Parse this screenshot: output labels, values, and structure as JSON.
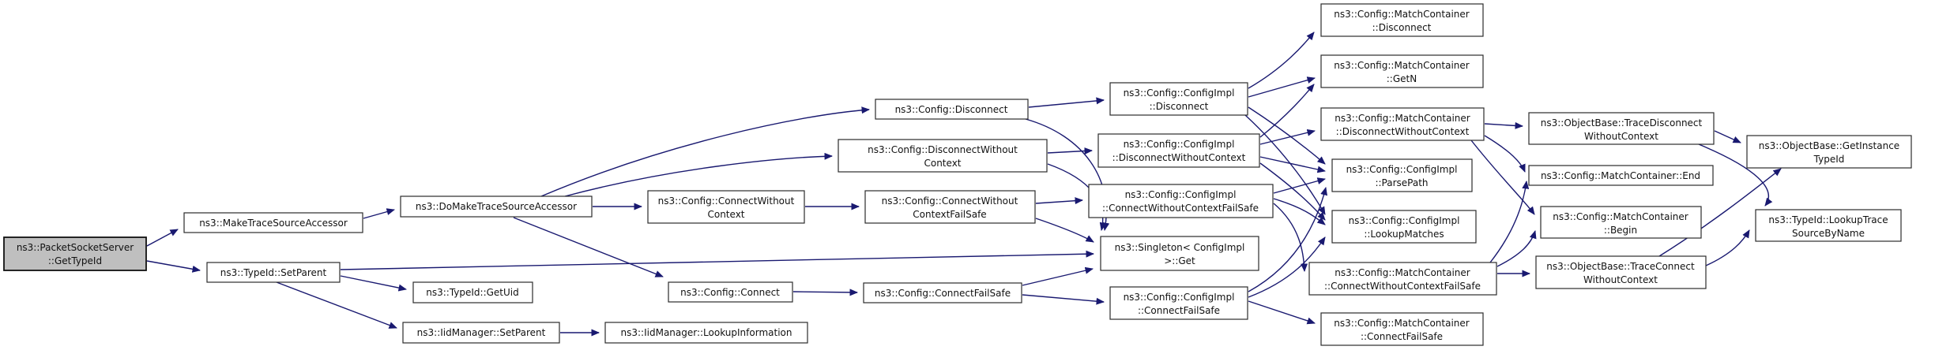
{
  "diagram": {
    "type": "doxygen-call-graph",
    "root_function": "ns3::PacketSocketServer::GetTypeId",
    "colors": {
      "edge": "#191970",
      "node_border": "#2b2b2b",
      "node_fill": "#ffffff",
      "root_node_fill": "#bfbfbf",
      "background": "#ffffff"
    },
    "nodes": [
      {
        "id": "gettypeid",
        "lines": [
          "ns3::PacketSocketServer",
          "::GetTypeId"
        ]
      },
      {
        "id": "maketrace",
        "lines": [
          "ns3::MakeTraceSourceAccessor"
        ]
      },
      {
        "id": "setparent",
        "lines": [
          "ns3::TypeId::SetParent"
        ]
      },
      {
        "id": "domaketrace",
        "lines": [
          "ns3::DoMakeTraceSourceAccessor"
        ]
      },
      {
        "id": "getuid",
        "lines": [
          "ns3::TypeId::GetUid"
        ]
      },
      {
        "id": "iidsetparent",
        "lines": [
          "ns3::IidManager::SetParent"
        ]
      },
      {
        "id": "lookupinfo",
        "lines": [
          "ns3::IidManager::LookupInformation"
        ]
      },
      {
        "id": "cfg-disconnect",
        "lines": [
          "ns3::Config::Disconnect"
        ]
      },
      {
        "id": "cfg-disconnectwc",
        "lines": [
          "ns3::Config::DisconnectWithout",
          "Context"
        ]
      },
      {
        "id": "cfg-connectwc",
        "lines": [
          "ns3::Config::ConnectWithout",
          "Context"
        ]
      },
      {
        "id": "cfg-connect",
        "lines": [
          "ns3::Config::Connect"
        ]
      },
      {
        "id": "cfg-connectwcfs",
        "lines": [
          "ns3::Config::ConnectWithout",
          "ContextFailSafe"
        ]
      },
      {
        "id": "cfg-connectfs",
        "lines": [
          "ns3::Config::ConnectFailSafe"
        ]
      },
      {
        "id": "impl-disconnect",
        "lines": [
          "ns3::Config::ConfigImpl",
          "::Disconnect"
        ]
      },
      {
        "id": "impl-disconnectwc",
        "lines": [
          "ns3::Config::ConfigImpl",
          "::DisconnectWithoutContext"
        ]
      },
      {
        "id": "impl-connectwcfs",
        "lines": [
          "ns3::Config::ConfigImpl",
          "::ConnectWithoutContextFailSafe"
        ]
      },
      {
        "id": "singleton-get",
        "lines": [
          "ns3::Singleton< ConfigImpl",
          ">::Get"
        ]
      },
      {
        "id": "impl-connectfs",
        "lines": [
          "ns3::Config::ConfigImpl",
          "::ConnectFailSafe"
        ]
      },
      {
        "id": "mc-disconnect",
        "lines": [
          "ns3::Config::MatchContainer",
          "::Disconnect"
        ]
      },
      {
        "id": "mc-getn",
        "lines": [
          "ns3::Config::MatchContainer",
          "::GetN"
        ]
      },
      {
        "id": "mc-disconnectwc",
        "lines": [
          "ns3::Config::MatchContainer",
          "::DisconnectWithoutContext"
        ]
      },
      {
        "id": "impl-parsepath",
        "lines": [
          "ns3::Config::ConfigImpl",
          "::ParsePath"
        ]
      },
      {
        "id": "impl-lookupmatches",
        "lines": [
          "ns3::Config::ConfigImpl",
          "::LookupMatches"
        ]
      },
      {
        "id": "mc-connectwcfs",
        "lines": [
          "ns3::Config::MatchContainer",
          "::ConnectWithoutContextFailSafe"
        ]
      },
      {
        "id": "mc-connectfs",
        "lines": [
          "ns3::Config::MatchContainer",
          "::ConnectFailSafe"
        ]
      },
      {
        "id": "ob-tracedisconnectwc",
        "lines": [
          "ns3::ObjectBase::TraceDisconnect",
          "WithoutContext"
        ]
      },
      {
        "id": "mc-end",
        "lines": [
          "ns3::Config::MatchContainer::End"
        ]
      },
      {
        "id": "mc-begin",
        "lines": [
          "ns3::Config::MatchContainer",
          "::Begin"
        ]
      },
      {
        "id": "ob-traceconnectwc",
        "lines": [
          "ns3::ObjectBase::TraceConnect",
          "WithoutContext"
        ]
      },
      {
        "id": "ob-getinstancetypeid",
        "lines": [
          "ns3::ObjectBase::GetInstance",
          "TypeId"
        ]
      },
      {
        "id": "typeid-lookuptrace",
        "lines": [
          "ns3::TypeId::LookupTrace",
          "SourceByName"
        ]
      }
    ],
    "edges": [
      {
        "from": "gettypeid",
        "to": "maketrace"
      },
      {
        "from": "gettypeid",
        "to": "setparent"
      },
      {
        "from": "maketrace",
        "to": "domaketrace"
      },
      {
        "from": "setparent",
        "to": "getuid"
      },
      {
        "from": "setparent",
        "to": "iidsetparent"
      },
      {
        "from": "setparent",
        "to": "singleton-get"
      },
      {
        "from": "iidsetparent",
        "to": "lookupinfo"
      },
      {
        "from": "domaketrace",
        "to": "cfg-disconnect"
      },
      {
        "from": "domaketrace",
        "to": "cfg-disconnectwc"
      },
      {
        "from": "domaketrace",
        "to": "cfg-connectwc"
      },
      {
        "from": "domaketrace",
        "to": "cfg-connect"
      },
      {
        "from": "cfg-disconnect",
        "to": "impl-disconnect"
      },
      {
        "from": "cfg-disconnect",
        "to": "singleton-get"
      },
      {
        "from": "cfg-disconnectwc",
        "to": "impl-disconnectwc"
      },
      {
        "from": "cfg-disconnectwc",
        "to": "singleton-get"
      },
      {
        "from": "cfg-connectwc",
        "to": "cfg-connectwcfs"
      },
      {
        "from": "cfg-connect",
        "to": "cfg-connectfs"
      },
      {
        "from": "cfg-connectwcfs",
        "to": "impl-connectwcfs"
      },
      {
        "from": "cfg-connectwcfs",
        "to": "singleton-get"
      },
      {
        "from": "cfg-connectfs",
        "to": "singleton-get"
      },
      {
        "from": "cfg-connectfs",
        "to": "impl-connectfs"
      },
      {
        "from": "impl-disconnect",
        "to": "mc-disconnect"
      },
      {
        "from": "impl-disconnect",
        "to": "mc-getn"
      },
      {
        "from": "impl-disconnect",
        "to": "impl-parsepath"
      },
      {
        "from": "impl-disconnect",
        "to": "impl-lookupmatches"
      },
      {
        "from": "impl-disconnectwc",
        "to": "mc-disconnectwc"
      },
      {
        "from": "impl-disconnectwc",
        "to": "mc-getn"
      },
      {
        "from": "impl-disconnectwc",
        "to": "impl-parsepath"
      },
      {
        "from": "impl-disconnectwc",
        "to": "impl-lookupmatches"
      },
      {
        "from": "impl-connectwcfs",
        "to": "mc-connectwcfs"
      },
      {
        "from": "impl-connectwcfs",
        "to": "impl-parsepath"
      },
      {
        "from": "impl-connectwcfs",
        "to": "impl-lookupmatches"
      },
      {
        "from": "impl-connectfs",
        "to": "mc-connectfs"
      },
      {
        "from": "impl-connectfs",
        "to": "impl-parsepath"
      },
      {
        "from": "impl-connectfs",
        "to": "impl-lookupmatches"
      },
      {
        "from": "mc-disconnectwc",
        "to": "ob-tracedisconnectwc"
      },
      {
        "from": "mc-disconnectwc",
        "to": "mc-end"
      },
      {
        "from": "mc-disconnectwc",
        "to": "mc-begin"
      },
      {
        "from": "mc-connectwcfs",
        "to": "ob-traceconnectwc"
      },
      {
        "from": "mc-connectwcfs",
        "to": "mc-end"
      },
      {
        "from": "mc-connectwcfs",
        "to": "mc-begin"
      },
      {
        "from": "ob-tracedisconnectwc",
        "to": "ob-getinstancetypeid"
      },
      {
        "from": "ob-tracedisconnectwc",
        "to": "typeid-lookuptrace"
      },
      {
        "from": "ob-traceconnectwc",
        "to": "ob-getinstancetypeid"
      },
      {
        "from": "ob-traceconnectwc",
        "to": "typeid-lookuptrace"
      }
    ]
  }
}
